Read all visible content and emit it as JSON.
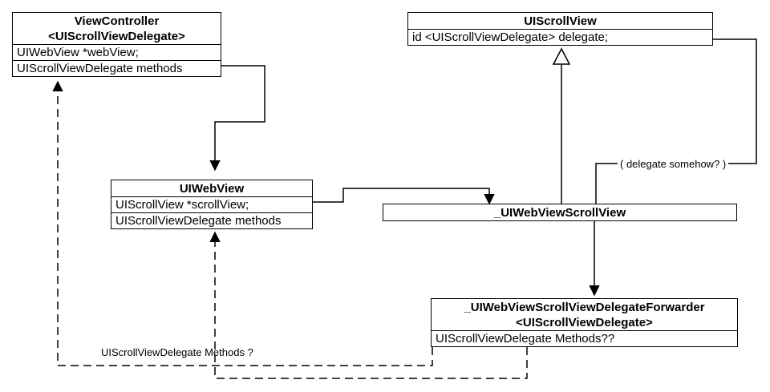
{
  "classes": {
    "view_controller": {
      "title": "ViewController",
      "stereotype": "<UIScrollViewDelegate>",
      "members": [
        "UIWebView *webView;",
        "UIScrollViewDelegate methods"
      ]
    },
    "ui_scroll_view": {
      "title": "UIScrollView",
      "members": [
        "id <UIScrollViewDelegate> delegate;"
      ]
    },
    "ui_web_view": {
      "title": "UIWebView",
      "members": [
        "UIScrollView *scrollView;",
        "UIScrollViewDelegate methods"
      ]
    },
    "web_scroll_view": {
      "title": "_UIWebViewScrollView"
    },
    "delegate_forwarder": {
      "title": "_UIWebViewScrollViewDelegateForwarder",
      "stereotype": "<UIScrollViewDelegate>",
      "members": [
        "UIScrollViewDelegate Methods??"
      ]
    }
  },
  "annotations": {
    "delegate_somehow": "( delegate somehow? )",
    "delegate_methods_question": "UIScrollViewDelegate Methods ?"
  }
}
